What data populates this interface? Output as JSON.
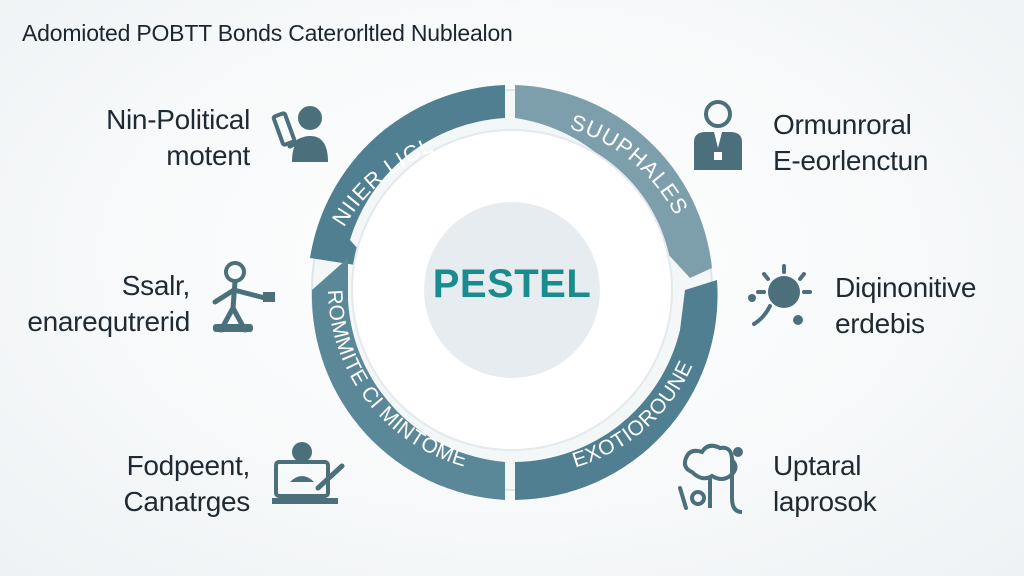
{
  "title": "Adomioted POBTT Bonds Caterorltled Nublealon",
  "center": "PESTEL",
  "ring": {
    "top_left": "NIIER LICL",
    "top_right": "SUUPHALES",
    "bottom_left": "ROMMITE CI MINTOMENT",
    "bottom_right": "EXOTIOROUNETY"
  },
  "items": {
    "political": [
      "Nin-Political",
      "motent"
    ],
    "social": [
      "Ssalr,",
      "enarequtrerid"
    ],
    "footer_left": [
      "Fodpeent,",
      "Canatrges"
    ],
    "economic": [
      "Ormunroral",
      "E-eorlenctun"
    ],
    "technology": [
      "Diqinonitive",
      "erdebis"
    ],
    "environment": [
      "Uptaral",
      "laprosok"
    ]
  },
  "colors": {
    "ring": "#4f7f90",
    "ring_light": "#7d9fac",
    "center_fill": "#e6ecef",
    "accent": "#1a8c8e",
    "icon": "#4c6f7c"
  }
}
